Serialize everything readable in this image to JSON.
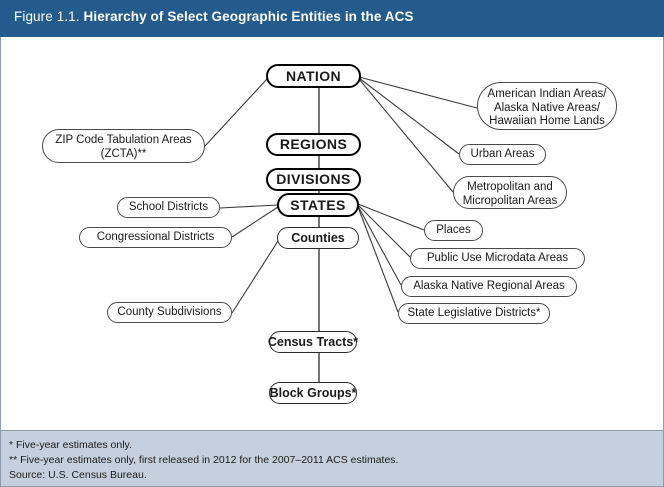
{
  "header": {
    "figure_number": "Figure 1.1.",
    "title": "Hierarchy of Select Geographic Entities in the ACS",
    "bar_color": "#225b8c",
    "text_color": "#ffffff"
  },
  "diagram": {
    "type": "hierarchy-tree",
    "nodes": {
      "nation": "NATION",
      "regions": "REGIONS",
      "divisions": "DIVISIONS",
      "states": "STATES",
      "counties": "Counties",
      "census_tracts": "Census Tracts*",
      "block_groups": "Block Groups*",
      "zcta": "ZIP Code Tabulation Areas (ZCTA)**",
      "zcta_line1": "ZIP Code Tabulation Areas",
      "zcta_line2": "(ZCTA)**",
      "school_districts": "School Districts",
      "congressional_districts": "Congressional Districts",
      "county_subdivisions": "County Subdivisions",
      "american_indian_line1": "American Indian Areas/",
      "american_indian_line2": "Alaska Native Areas/",
      "american_indian_line3": "Hawaiian Home Lands",
      "urban_areas": "Urban Areas",
      "metro_line1": "Metropolitan and",
      "metro_line2": "Micropolitan Areas",
      "places": "Places",
      "pumas": "Public Use Microdata Areas",
      "alaska_native_regional": "Alaska Native Regional Areas",
      "state_legislative": "State Legislative Districts*"
    },
    "edges": [
      {
        "from": "nation",
        "to": "regions"
      },
      {
        "from": "regions",
        "to": "divisions"
      },
      {
        "from": "divisions",
        "to": "states"
      },
      {
        "from": "states",
        "to": "counties"
      },
      {
        "from": "counties",
        "to": "census_tracts"
      },
      {
        "from": "census_tracts",
        "to": "block_groups"
      },
      {
        "from": "nation",
        "to": "zcta"
      },
      {
        "from": "nation",
        "to": "american_indian"
      },
      {
        "from": "nation",
        "to": "urban_areas"
      },
      {
        "from": "nation",
        "to": "metro"
      },
      {
        "from": "states",
        "to": "school_districts"
      },
      {
        "from": "states",
        "to": "congressional_districts"
      },
      {
        "from": "states",
        "to": "places"
      },
      {
        "from": "states",
        "to": "pumas"
      },
      {
        "from": "states",
        "to": "alaska_native_regional"
      },
      {
        "from": "states",
        "to": "state_legislative"
      },
      {
        "from": "counties",
        "to": "county_subdivisions"
      }
    ]
  },
  "footer": {
    "background": "#c5d0de",
    "notes": [
      "* Five-year estimates only.",
      "** Five-year estimates only, first released in 2012 for the 2007–2011 ACS estimates.",
      "Source: U.S. Census Bureau."
    ]
  }
}
